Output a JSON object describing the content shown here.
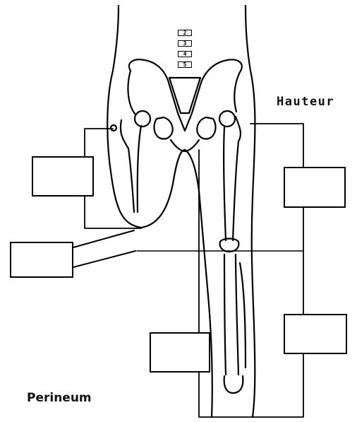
{
  "labels": {
    "height": "Hauteur",
    "perineum": "Perineum"
  },
  "vertebrae": [
    "2",
    "3",
    "4",
    "5"
  ]
}
